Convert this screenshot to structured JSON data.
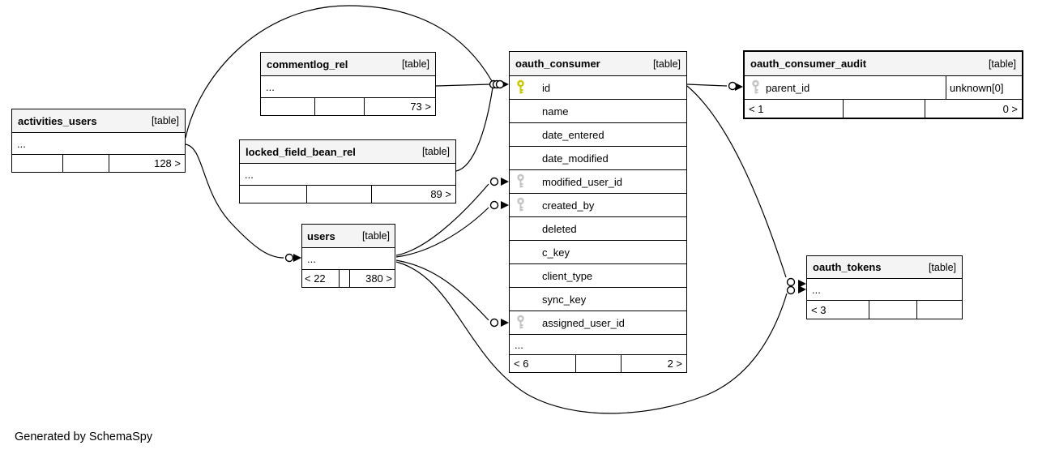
{
  "caption": "Generated by SchemaSpy",
  "colors": {
    "primary_key": "#c8c800",
    "foreign_key": "#c4c4c4",
    "header_bg": "#f4f4f4",
    "border": "#000000"
  },
  "tables": {
    "activities_users": {
      "name": "activities_users",
      "type": "[table]",
      "ellipsis": "...",
      "footer": {
        "left": "",
        "mid": "",
        "right": "128 >"
      }
    },
    "commentlog_rel": {
      "name": "commentlog_rel",
      "type": "[table]",
      "ellipsis": "...",
      "footer": {
        "left": "",
        "mid": "",
        "right": "73 >"
      }
    },
    "locked_field_bean_rel": {
      "name": "locked_field_bean_rel",
      "type": "[table]",
      "ellipsis": "...",
      "footer": {
        "left": "",
        "mid": "",
        "right": "89 >"
      }
    },
    "users": {
      "name": "users",
      "type": "[table]",
      "ellipsis": "...",
      "footer": {
        "left": "< 22",
        "mid": "",
        "right": "380 >"
      }
    },
    "oauth_consumer": {
      "name": "oauth_consumer",
      "type": "[table]",
      "columns": [
        {
          "label": "id",
          "key": "primary"
        },
        {
          "label": "name",
          "key": "none"
        },
        {
          "label": "date_entered",
          "key": "none"
        },
        {
          "label": "date_modified",
          "key": "none"
        },
        {
          "label": "modified_user_id",
          "key": "foreign"
        },
        {
          "label": "created_by",
          "key": "foreign"
        },
        {
          "label": "deleted",
          "key": "none"
        },
        {
          "label": "c_key",
          "key": "none"
        },
        {
          "label": "client_type",
          "key": "none"
        },
        {
          "label": "sync_key",
          "key": "none"
        },
        {
          "label": "assigned_user_id",
          "key": "foreign"
        }
      ],
      "ellipsis": "...",
      "footer": {
        "left": "< 6",
        "mid": "",
        "right": "2 >"
      }
    },
    "oauth_consumer_audit": {
      "name": "oauth_consumer_audit",
      "type": "[table]",
      "columns": [
        {
          "label": "parent_id",
          "key": "foreign",
          "note": "unknown[0]"
        }
      ],
      "footer": {
        "left": "< 1",
        "mid": "",
        "right": "0 >"
      }
    },
    "oauth_tokens": {
      "name": "oauth_tokens",
      "type": "[table]",
      "ellipsis": "...",
      "footer": {
        "left": "< 3",
        "mid": "",
        "right": ""
      }
    }
  }
}
